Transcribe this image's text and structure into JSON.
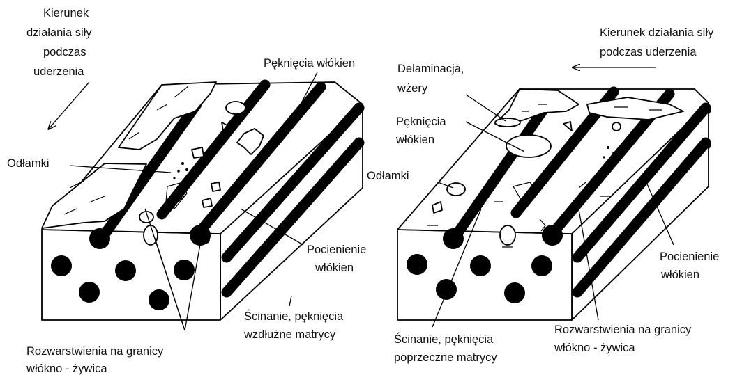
{
  "left": {
    "force_direction": [
      "Kierunek",
      "działania siły",
      "podczas",
      "uderzenia"
    ],
    "fiber_cracks": "Pęknięcia włókien",
    "debris": "Odłamki",
    "fiber_thinning": [
      "Pocienienie",
      "włókien"
    ],
    "shear_cracks": [
      "Ścinanie, pęknięcia",
      "wzdłużne matrycy"
    ],
    "delamination_interface": [
      "Rozwarstwienia na granicy",
      "włókno - żywica"
    ]
  },
  "right": {
    "force_direction": [
      "Kierunek działania siły",
      "podczas uderzenia"
    ],
    "delamination_pits": [
      "Delaminacja,",
      "wżery"
    ],
    "fiber_cracks": [
      "Pęknięcia",
      "włókien"
    ],
    "debris": "Odłamki",
    "fiber_thinning": [
      "Pocienienie",
      "włókien"
    ],
    "shear_cracks": [
      "Ścinanie, pęknięcia",
      "poprzeczne matrycy"
    ],
    "delamination_interface": [
      "Rozwarstwienia na granicy",
      "włókno - żywica"
    ]
  }
}
